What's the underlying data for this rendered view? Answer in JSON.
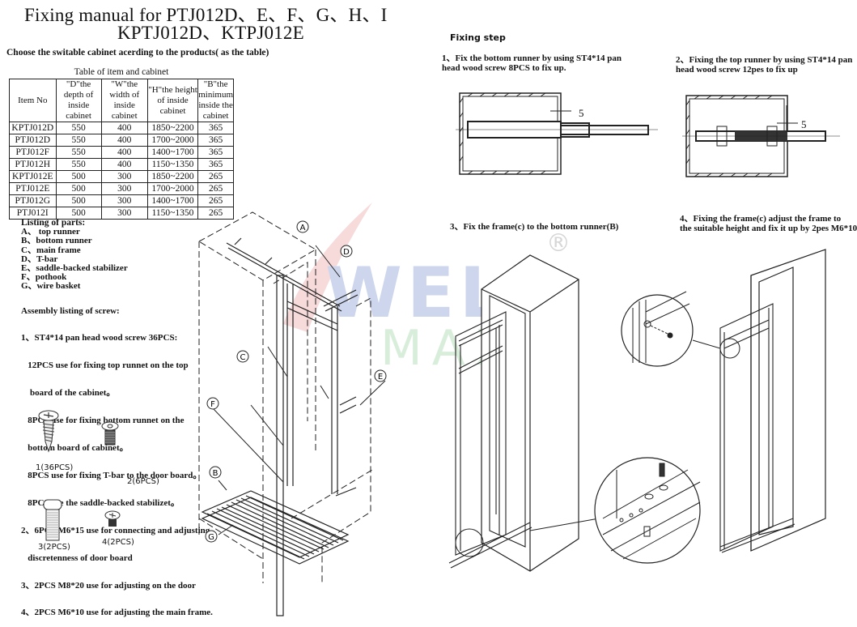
{
  "header": {
    "title_line1": "Fixing manual for PTJ012D、E、F、G、H、I",
    "title_line2": "KPTJ012D、KTPJ012E",
    "intro": "Choose the switable cabinet acerding to the products( as the table)"
  },
  "table": {
    "caption": "Table of item and cabinet",
    "columns": [
      "Item No",
      "\"D\"the depth of inside cabinet",
      "\"W\"the width of inside cabinet",
      "\"H\"the height of inside cabinet",
      "\"B\"the minimum inside the cabinet"
    ],
    "rows": [
      [
        "KPTJ012D",
        "550",
        "400",
        "1850~2200",
        "365"
      ],
      [
        "PTJ012D",
        "550",
        "400",
        "1700~2000",
        "365"
      ],
      [
        "PTJ012F",
        "550",
        "400",
        "1400~1700",
        "365"
      ],
      [
        "PTJ012H",
        "550",
        "400",
        "1150~1350",
        "365"
      ],
      [
        "KPTJ012E",
        "500",
        "300",
        "1850~2200",
        "265"
      ],
      [
        "PTJ012E",
        "500",
        "300",
        "1700~2000",
        "265"
      ],
      [
        "PTJ012G",
        "500",
        "300",
        "1400~1700",
        "265"
      ],
      [
        "PTJ012I",
        "500",
        "300",
        "1150~1350",
        "265"
      ]
    ]
  },
  "parts": {
    "heading": "Listing of parts:",
    "items": [
      "A、 top runner",
      "B、bottom runner",
      "C、main frame",
      "D、T-bar",
      "E、saddle-backed stabilizer",
      "F、pothook",
      "G、wire basket"
    ]
  },
  "screws": {
    "heading": "Assembly listing of screw:",
    "lines": [
      "1、ST4*14 pan head wood screw 36PCS:",
      "   12PCS use for fixing top runnet on the top",
      "    board of the cabinet。",
      "   8PCS use for fixing bottom runnet on the",
      "   bottom board of cabinet。",
      "   8PCS use for fixing T-bar to the door board。",
      "   8PCS use the saddle-backed stabilizet。",
      "2、6PCS M6*15 use for connecting and adjusting",
      "   discretenness of door board",
      "3、2PCS M8*20 use for adjusting on the door",
      "4、2PCS M6*10 use for adjusting the main frame."
    ],
    "labels": [
      "1(36PCS)",
      "2(6PCS)",
      "3(2PCS)",
      "4(2PCS)"
    ]
  },
  "diagram_labels": [
    "A",
    "B",
    "C",
    "D",
    "E",
    "F",
    "G"
  ],
  "fixing": {
    "title": "Fixing step",
    "steps": [
      {
        "line1": "1、Fix the bottom runner by using ST4*14 pan",
        "line2": "head wood screw 8PCS to fix up."
      },
      {
        "line1": "2、Fixing the top runner by using ST4*14 pan",
        "line2": "head wood screw 12pes to fix up"
      },
      {
        "line1": "3、Fix the frame(c) to the bottom runner(B)",
        "line2": ""
      },
      {
        "line1": "4、Fixing the frame(c) adjust the frame to",
        "line2": "the suitable height and fix it up by 2pes M6*10"
      }
    ],
    "gap_value": "5"
  },
  "watermark": {
    "word1": "WELL",
    "word2": "MAX",
    "registered": "®",
    "colors": {
      "blue": "#c9d3ea",
      "green": "#d3ecd6",
      "red": "#f2c4c4"
    }
  }
}
